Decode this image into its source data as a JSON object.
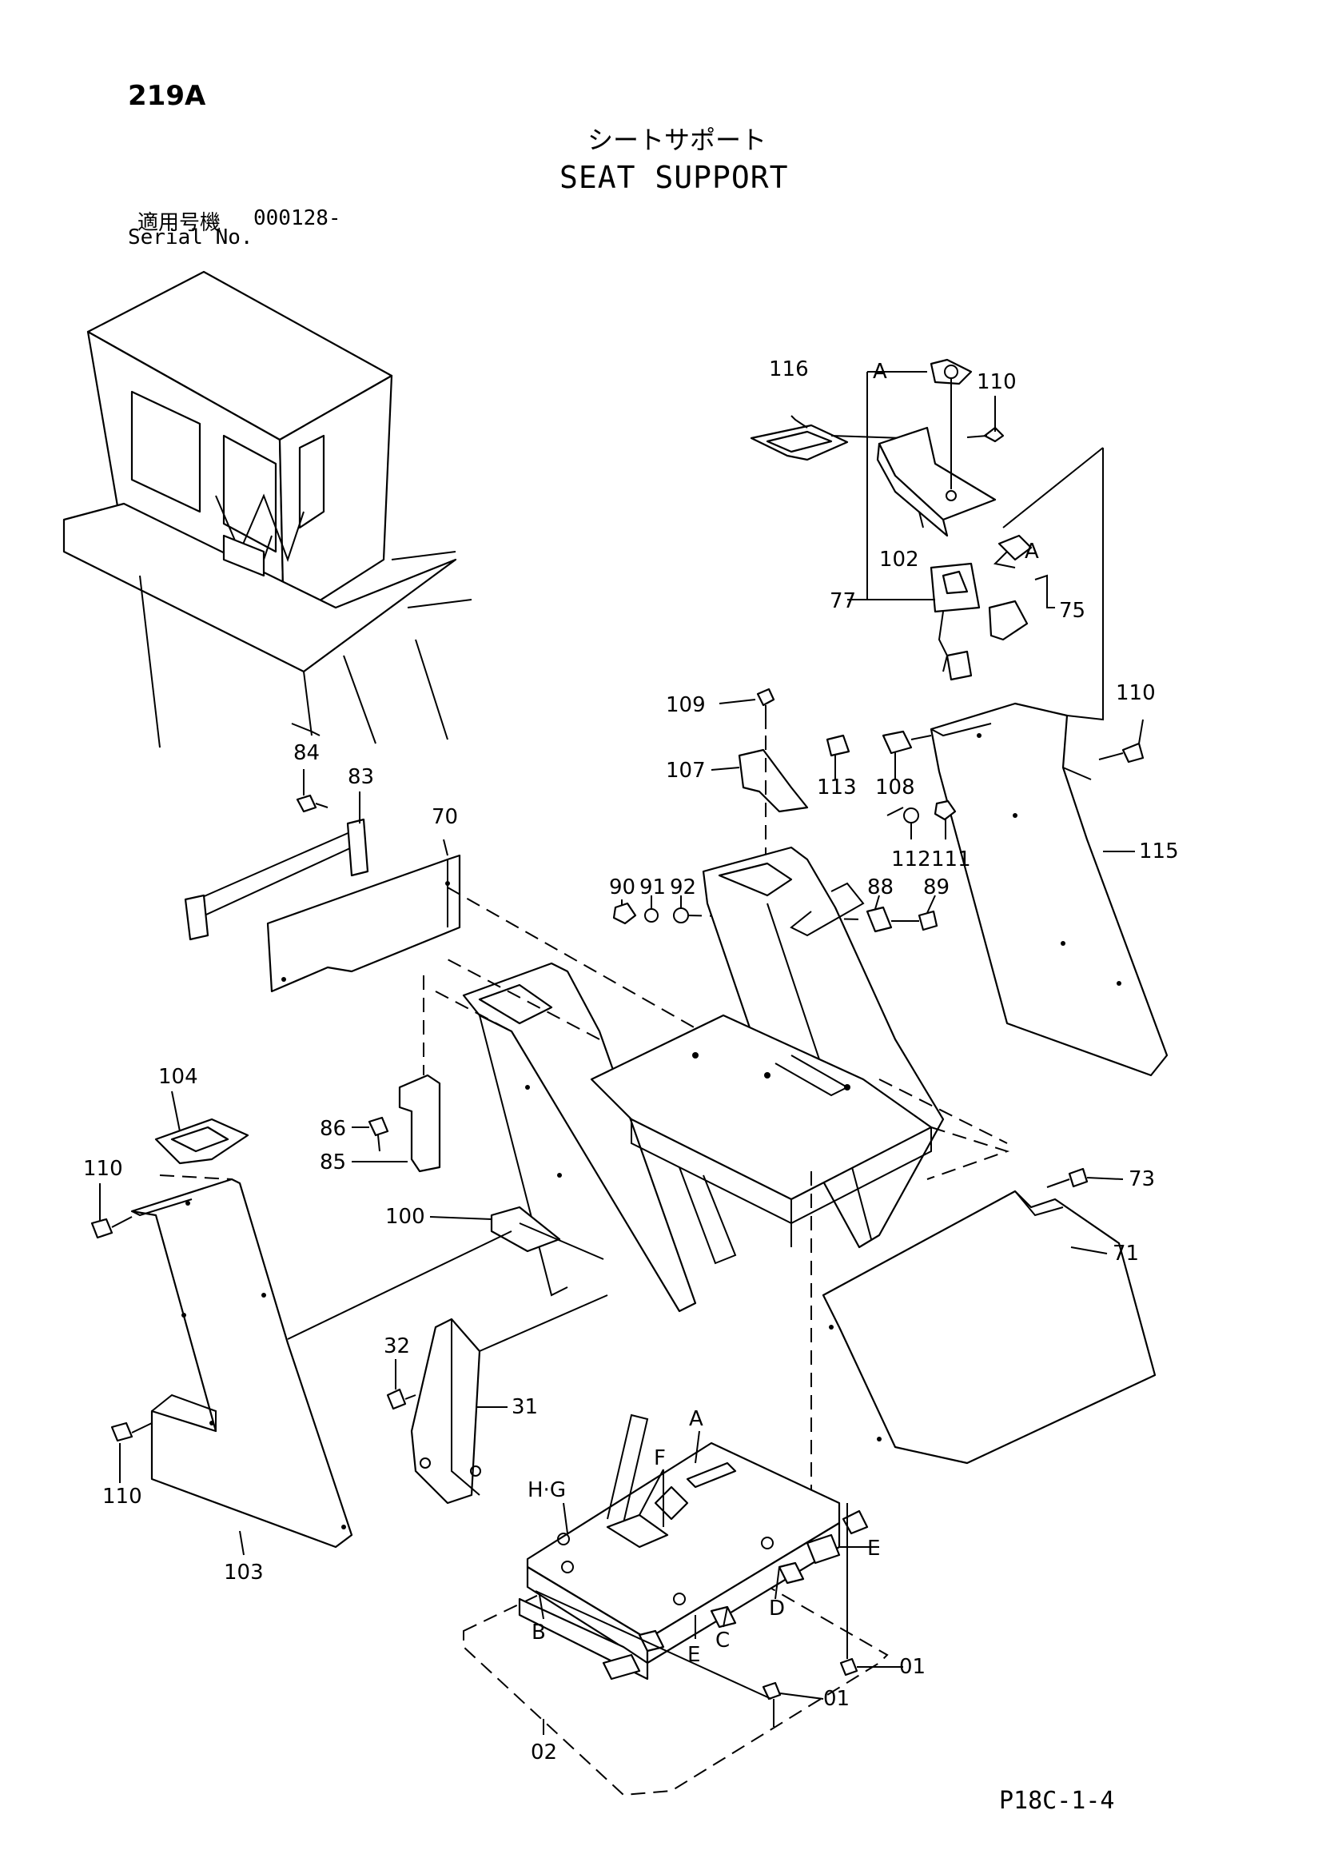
{
  "header": {
    "page_number": "219A",
    "title_jp": "シートサポート",
    "title_en": "SEAT SUPPORT",
    "serial_label_jp": "適用号機",
    "serial_value": "000128-",
    "serial_label_en": "Serial No."
  },
  "footer": {
    "doc_code": "P18C-1-4"
  },
  "callouts": {
    "c116": "116",
    "cA1": "A",
    "c110a": "110",
    "c102": "102",
    "cA2": "A",
    "c77": "77",
    "c75": "75",
    "c109": "109",
    "c110b": "110",
    "c107": "107",
    "c113": "113",
    "c108": "108",
    "c112": "112",
    "c111": "111",
    "c115": "115",
    "c84": "84",
    "c83": "83",
    "c70": "70",
    "c90": "90",
    "c91": "91",
    "c92": "92",
    "c88": "88",
    "c89": "89",
    "c104": "104",
    "c86": "86",
    "c85": "85",
    "c110c": "110",
    "c100": "100",
    "c73": "73",
    "c71": "71",
    "c32": "32",
    "c31": "31",
    "cA3": "A",
    "cF": "F",
    "cHG": "H·G",
    "cE1": "E",
    "cE2": "E",
    "cC": "C",
    "cD": "D",
    "cB": "B",
    "c110d": "110",
    "c103": "103",
    "c01a": "01",
    "c01b": "01",
    "c02": "02"
  }
}
